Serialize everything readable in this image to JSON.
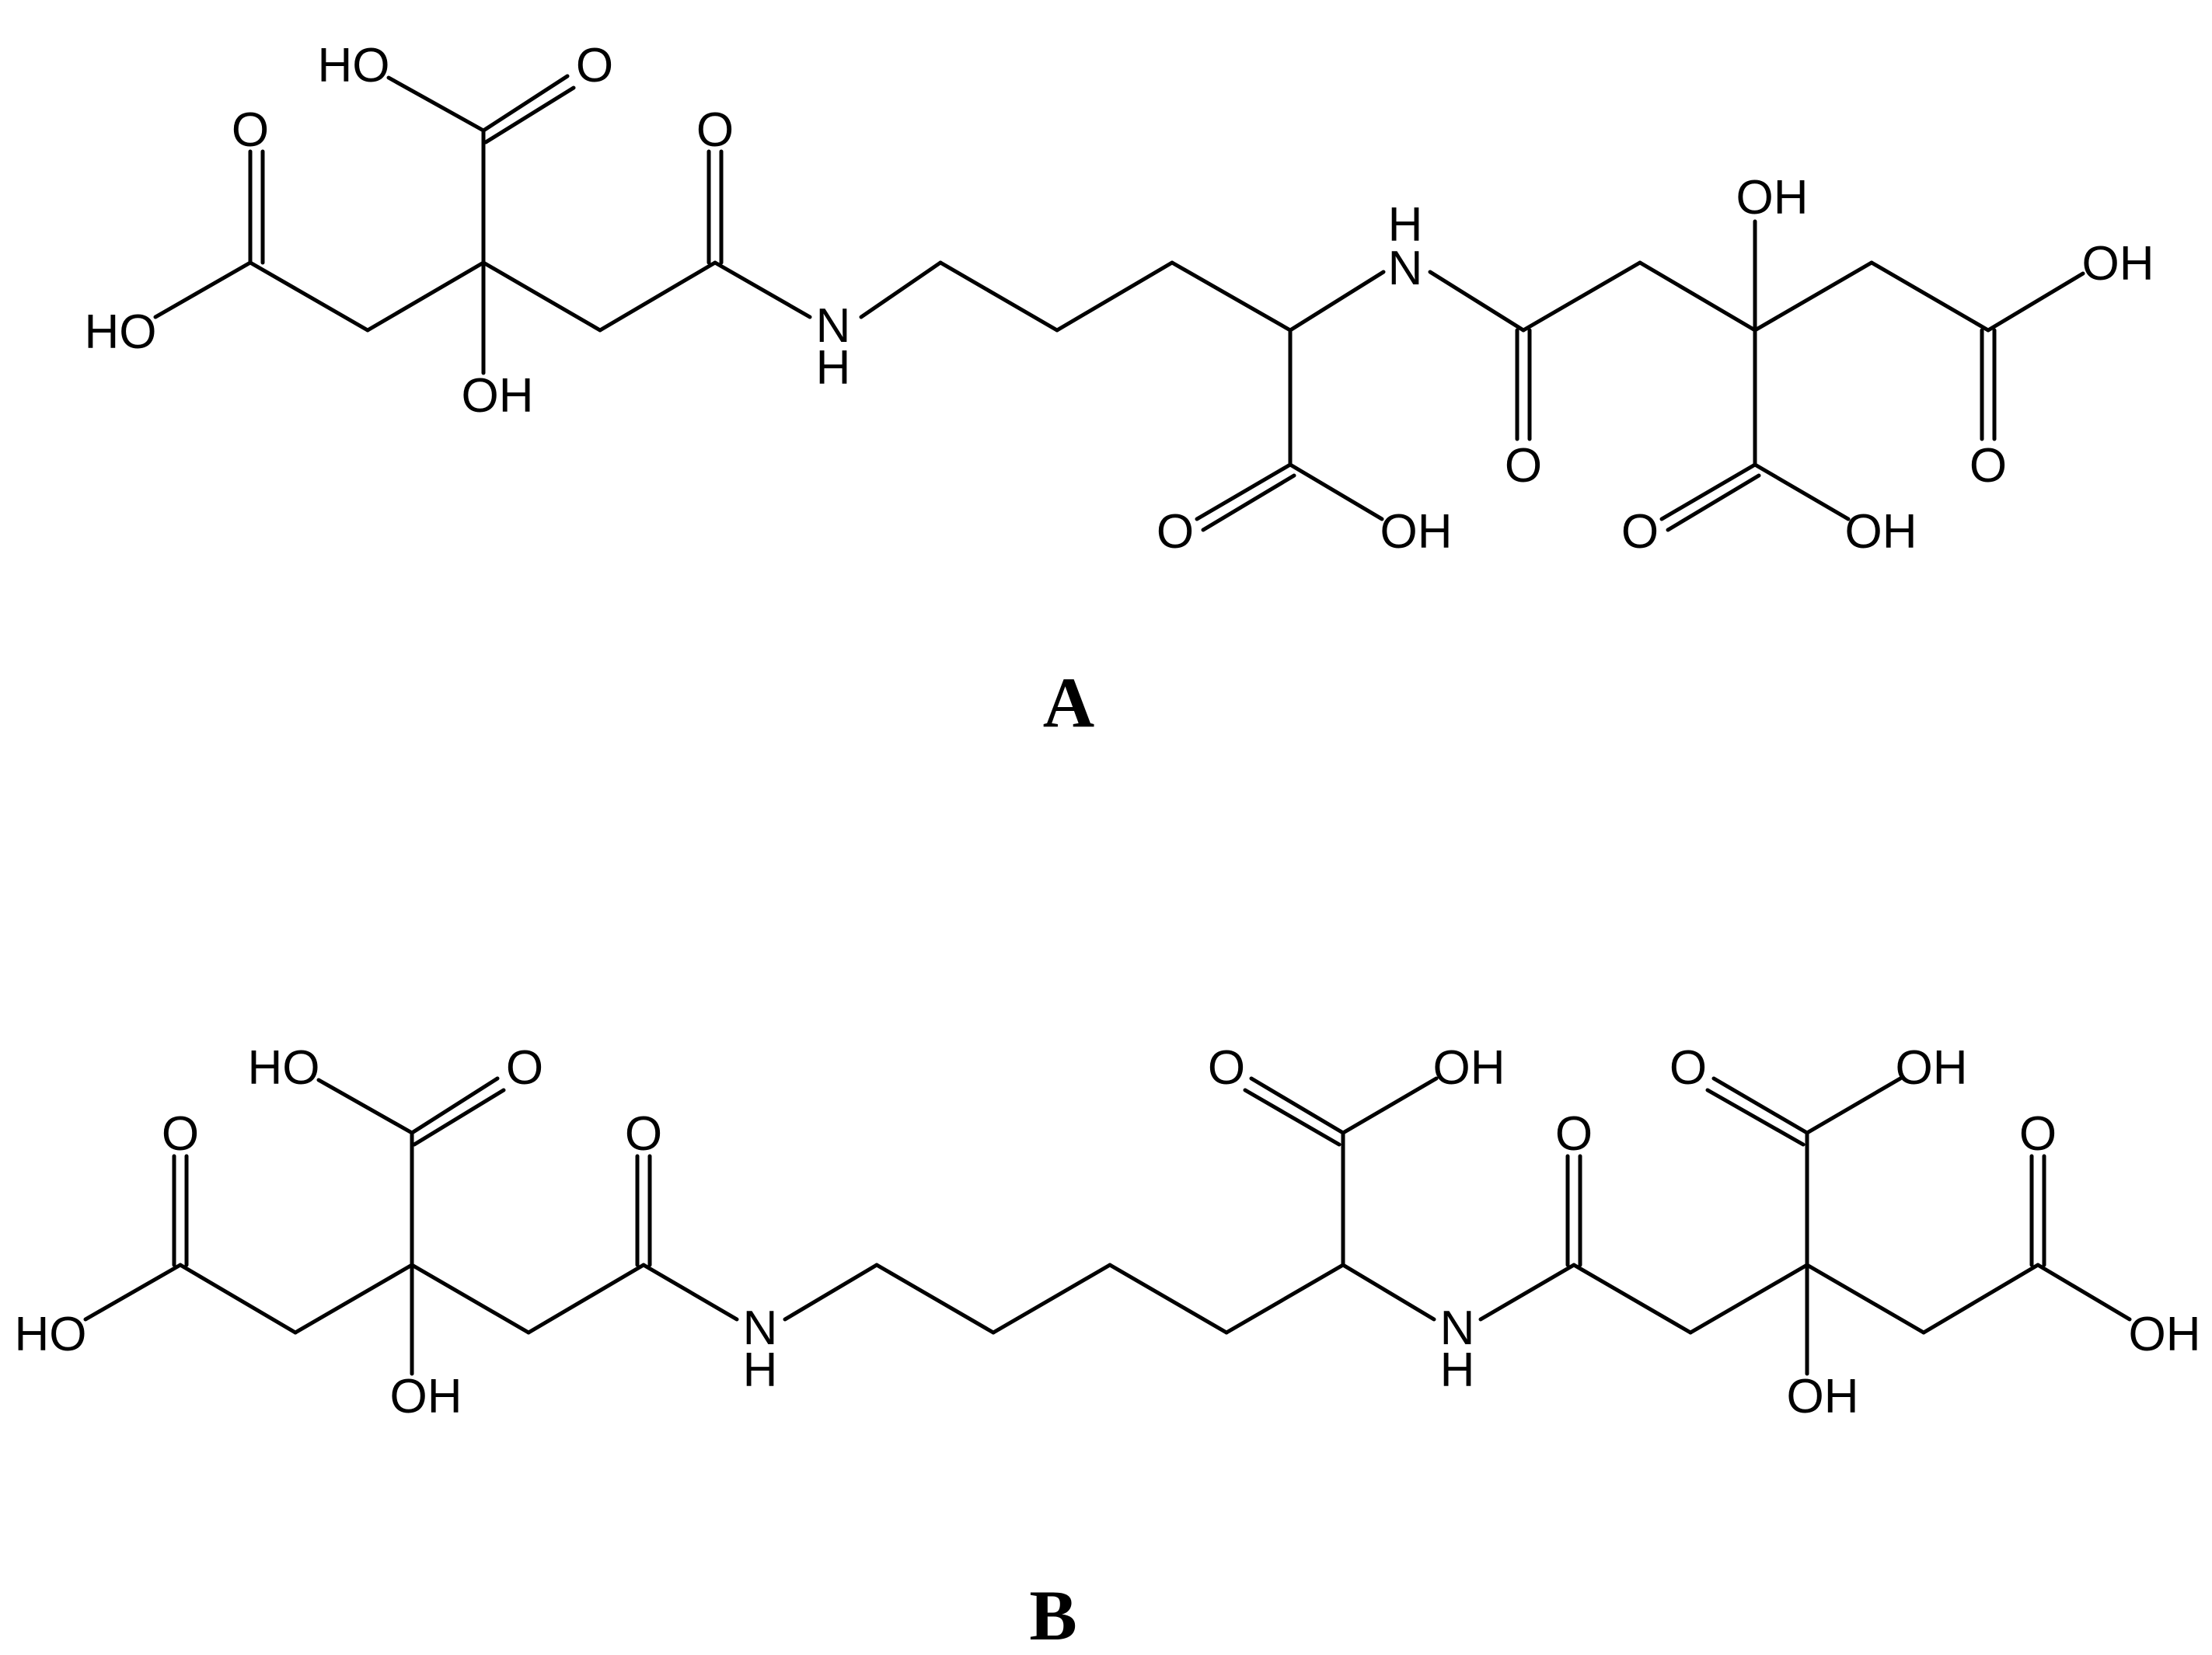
{
  "structures": [
    {
      "id": "A",
      "caption": "A",
      "labels": [
        "HO",
        "O",
        "O",
        "O",
        "HO",
        "OH",
        "N",
        "H",
        "H",
        "N",
        "OH",
        "OH",
        "O",
        "O",
        "OH",
        "O",
        "OH",
        "O"
      ]
    },
    {
      "id": "B",
      "caption": "B",
      "labels": [
        "HO",
        "O",
        "O",
        "O",
        "HO",
        "OH",
        "N",
        "H",
        "O",
        "OH",
        "N",
        "H",
        "O",
        "O",
        "OH",
        "O",
        "OH",
        "OH"
      ]
    }
  ],
  "colors": {
    "ink": "#000000",
    "background": "#ffffff"
  }
}
